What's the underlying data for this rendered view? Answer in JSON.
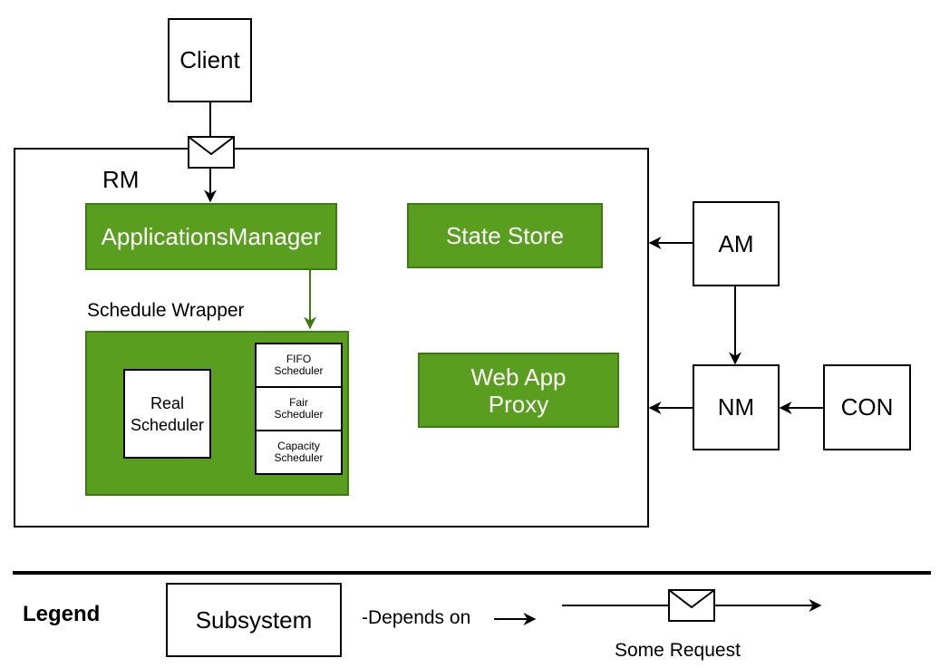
{
  "nodes": {
    "client": "Client",
    "rm_label": "RM",
    "applications_manager": "ApplicationsManager",
    "state_store": "State Store",
    "schedule_wrapper_label": "Schedule Wrapper",
    "real_scheduler_line1": "Real",
    "real_scheduler_line2": "Scheduler",
    "fifo_line1": "FIFO",
    "fifo_line2": "Scheduler",
    "fair_line1": "Fair",
    "fair_line2": "Scheduler",
    "capacity_line1": "Capacity",
    "capacity_line2": "Scheduler",
    "web_app_proxy_line1": "Web App",
    "web_app_proxy_line2": "Proxy",
    "am": "AM",
    "nm": "NM",
    "con": "CON"
  },
  "legend": {
    "title": "Legend",
    "subsystem": "Subsystem",
    "depends_on": "-Depends on",
    "some_request": "Some Request"
  },
  "colors": {
    "green_fill": "#5a9e1f",
    "green_stroke": "#3d7a0f",
    "green_arrow": "#3d7a0f"
  }
}
